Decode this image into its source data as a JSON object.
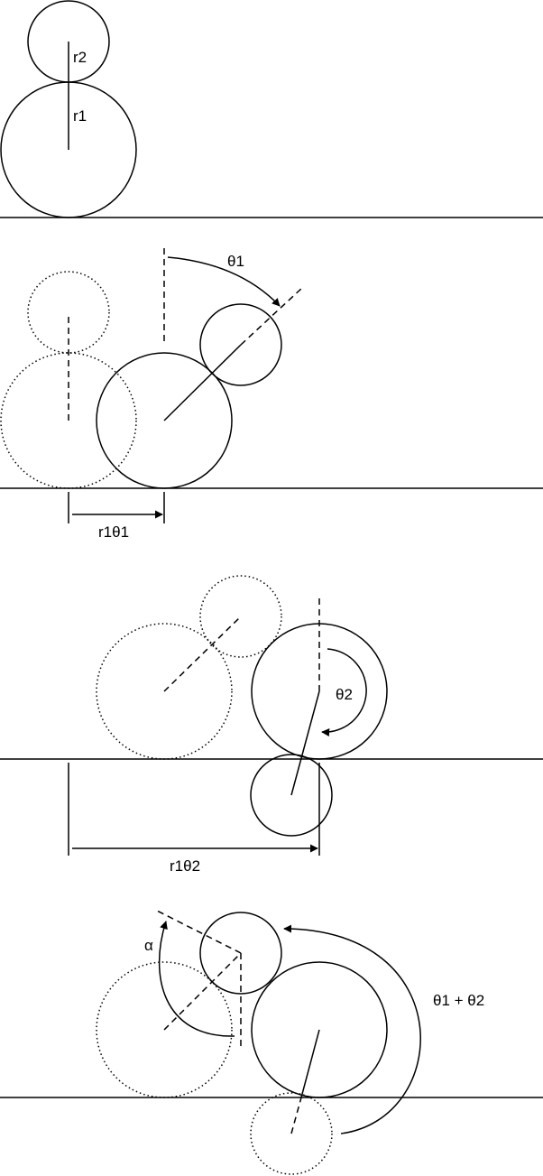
{
  "labels": {
    "r2": "r2",
    "r1": "r1",
    "theta1": "θ1",
    "r1theta1": "r1θ1",
    "theta2": "θ2",
    "r1theta2": "r1θ2",
    "alpha": "α",
    "theta_sum": "θ1 + θ2"
  },
  "colors": {
    "stroke": "#000000",
    "background": "#ffffff"
  }
}
